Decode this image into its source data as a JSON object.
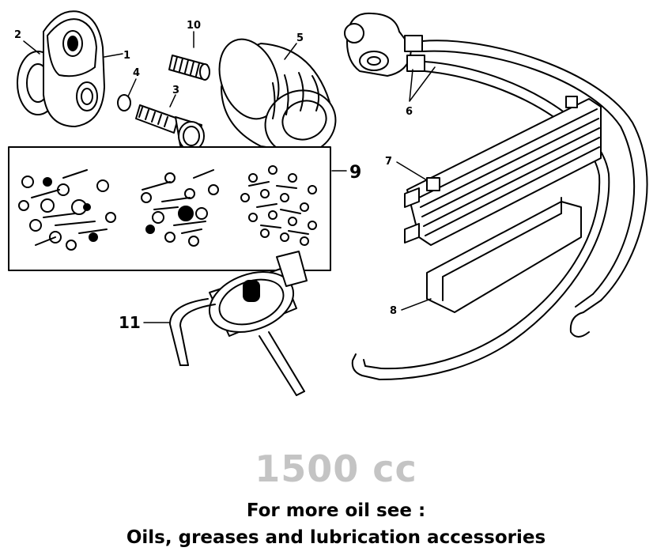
{
  "callouts": {
    "c1": "1",
    "c2": "2",
    "c3": "3",
    "c4": "4",
    "c5": "5",
    "c6": "6",
    "c7": "7",
    "c8": "8",
    "c9": "9",
    "c10": "10",
    "c11": "11"
  },
  "caption": {
    "engine": "1500 cc",
    "see_line_1": "For more oil see :",
    "see_line_2": "Oils, greases and lubrication accessories"
  },
  "colors": {
    "line": "#000000",
    "engine_text": "#c4c4c4",
    "background": "#ffffff"
  }
}
